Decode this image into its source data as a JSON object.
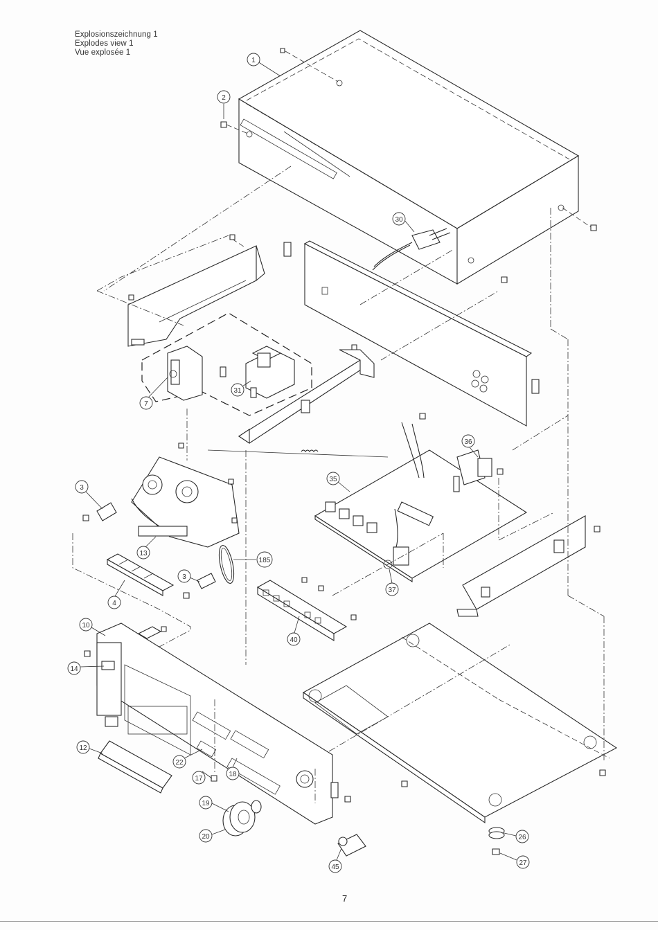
{
  "header": {
    "lines": [
      "Explosionszeichnung 1",
      "Explodes view 1",
      "Vue explosée 1"
    ]
  },
  "page_number": "7",
  "callouts": [
    {
      "label": "1"
    },
    {
      "label": "2"
    },
    {
      "label": "30"
    },
    {
      "label": "7"
    },
    {
      "label": "31"
    },
    {
      "label": "36"
    },
    {
      "label": "35"
    },
    {
      "label": "3"
    },
    {
      "label": "13"
    },
    {
      "label": "185"
    },
    {
      "label": "3"
    },
    {
      "label": "4"
    },
    {
      "label": "37"
    },
    {
      "label": "40"
    },
    {
      "label": "10"
    },
    {
      "label": "14"
    },
    {
      "label": "12"
    },
    {
      "label": "22"
    },
    {
      "label": "17"
    },
    {
      "label": "18"
    },
    {
      "label": "19"
    },
    {
      "label": "20"
    },
    {
      "label": "45"
    },
    {
      "label": "26"
    },
    {
      "label": "27"
    }
  ]
}
